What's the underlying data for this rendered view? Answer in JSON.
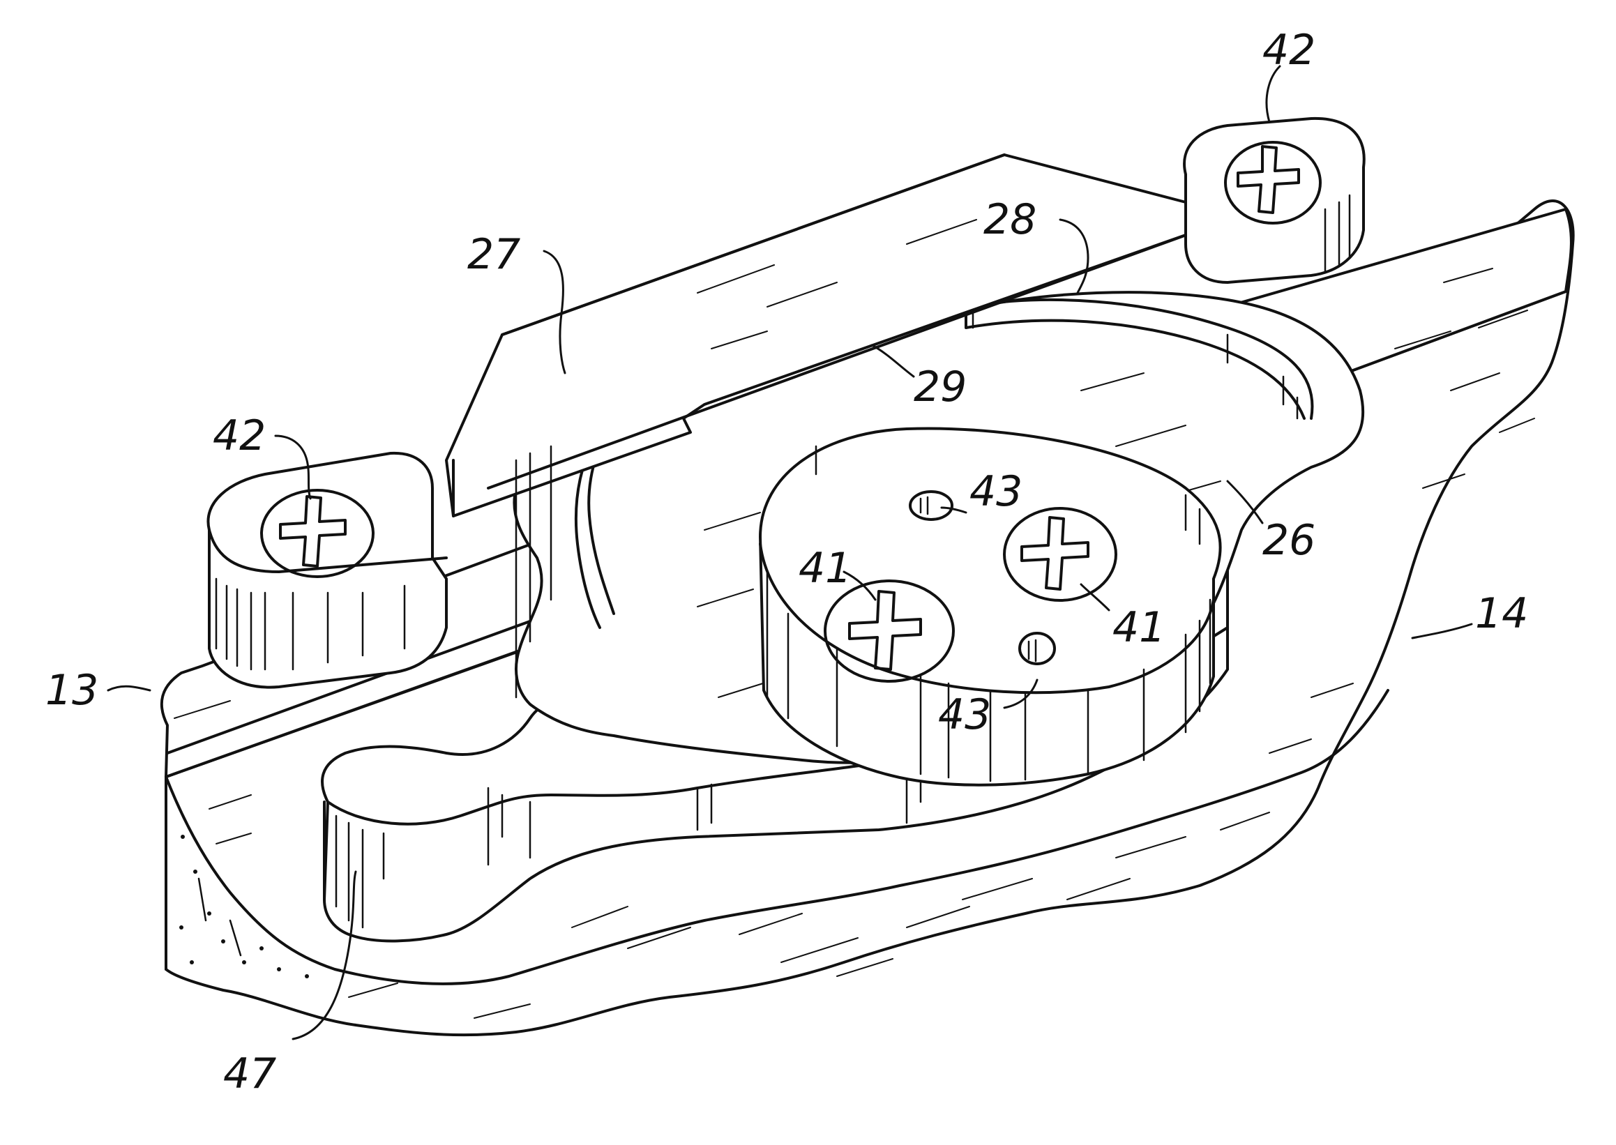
{
  "figure": {
    "labels": {
      "l42_top": "42",
      "l28": "28",
      "l27": "27",
      "l29": "29",
      "l42_left": "42",
      "l43_top": "43",
      "l26": "26",
      "l41_left": "41",
      "l41_right": "41",
      "l14": "14",
      "l13": "13",
      "l43_bottom": "43",
      "l47": "47"
    }
  }
}
